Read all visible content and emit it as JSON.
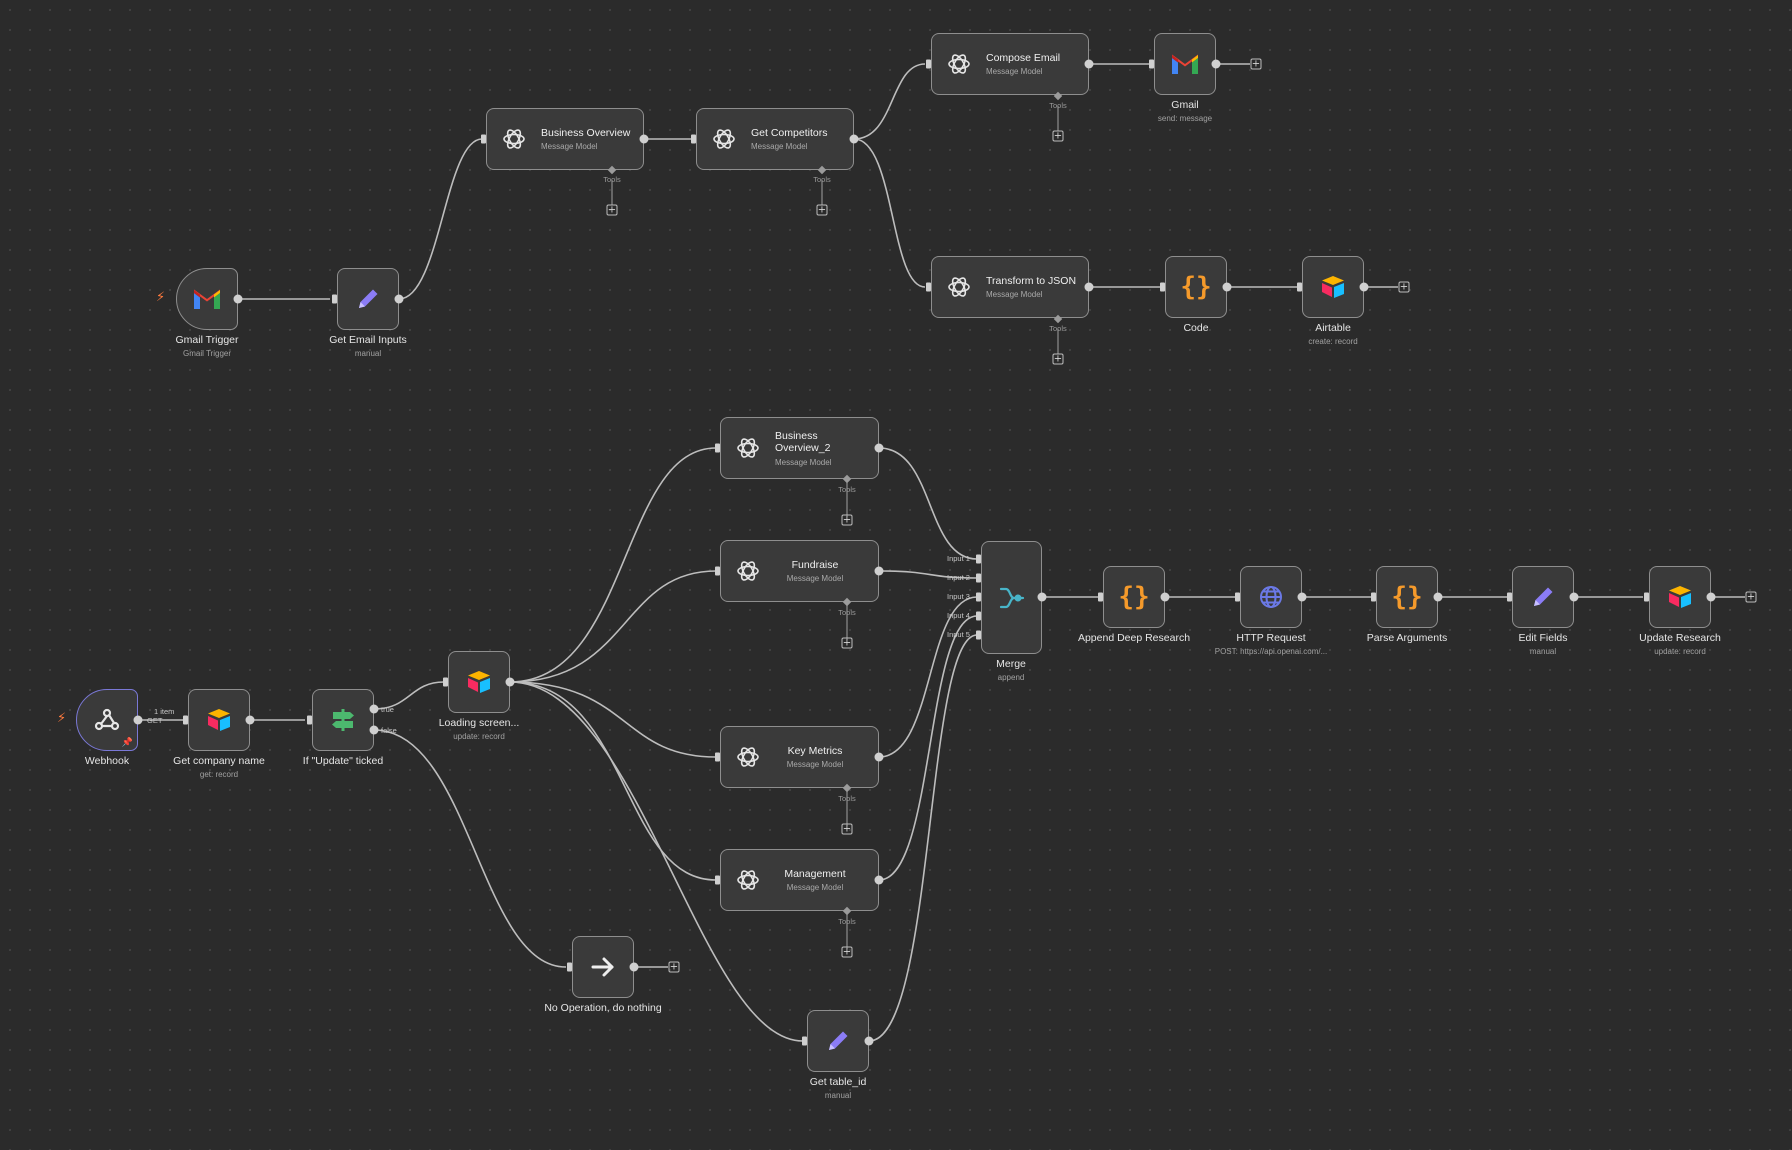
{
  "canvas": {
    "background": "#2b2b2b",
    "grid_dot_color": "#414141"
  },
  "colors": {
    "node_fill": "#3a3a3a",
    "node_border": "#8e8e8e",
    "edge": "#bdbdbd",
    "trigger_bolt": "#ff7a3d",
    "code_orange": "#f59a2b",
    "edit_purple": "#8b7cf6",
    "merge_cyan": "#48b5c9",
    "if_green": "#4cb86e",
    "http_blue": "#6b79e6"
  },
  "nodes": {
    "gmail_trigger": {
      "title": "Gmail Trigger",
      "sub": "Gmail Trigger",
      "icon": "gmail-icon"
    },
    "get_email_inputs": {
      "title": "Get Email Inputs",
      "sub": "manual",
      "icon": "pencil-icon"
    },
    "business_overview": {
      "title": "Business Overview",
      "sub": "Message Model",
      "icon": "openai-icon"
    },
    "get_competitors": {
      "title": "Get Competitors",
      "sub": "Message Model",
      "icon": "openai-icon"
    },
    "compose_email": {
      "title": "Compose Email",
      "sub": "Message Model",
      "icon": "openai-icon"
    },
    "gmail": {
      "title": "Gmail",
      "sub": "send: message",
      "icon": "gmail-icon"
    },
    "transform_json": {
      "title": "Transform to JSON",
      "sub": "Message Model",
      "icon": "openai-icon"
    },
    "code": {
      "title": "Code",
      "sub": "",
      "icon": "code-braces-icon"
    },
    "airtable": {
      "title": "Airtable",
      "sub": "create: record",
      "icon": "airtable-icon"
    },
    "webhook": {
      "title": "Webhook",
      "sub": "",
      "icon": "webhook-icon"
    },
    "get_company_name": {
      "title": "Get company name",
      "sub": "get: record",
      "icon": "airtable-icon"
    },
    "if_update": {
      "title": "If \"Update\" ticked",
      "sub": "",
      "icon": "signpost-icon"
    },
    "loading_screen": {
      "title": "Loading screen...",
      "sub": "update: record",
      "icon": "airtable-icon"
    },
    "bo2": {
      "title": "Business Overview_2",
      "sub": "Message Model",
      "icon": "openai-icon"
    },
    "fundraise": {
      "title": "Fundraise",
      "sub": "Message Model",
      "icon": "openai-icon"
    },
    "key_metrics": {
      "title": "Key Metrics",
      "sub": "Message Model",
      "icon": "openai-icon"
    },
    "management": {
      "title": "Management",
      "sub": "Message Model",
      "icon": "openai-icon"
    },
    "noop": {
      "title": "No Operation, do nothing",
      "sub": "",
      "icon": "arrow-right-icon"
    },
    "get_table_id": {
      "title": "Get table_id",
      "sub": "manual",
      "icon": "pencil-icon"
    },
    "merge": {
      "title": "Merge",
      "sub": "append",
      "icon": "merge-icon",
      "inputs": [
        "Input 1",
        "Input 2",
        "Input 3",
        "Input 4",
        "Input 5"
      ]
    },
    "append_deep": {
      "title": "Append Deep Research",
      "sub": "",
      "icon": "code-braces-icon"
    },
    "http_request": {
      "title": "HTTP Request",
      "sub": "POST: https://api.openai.com/...",
      "icon": "globe-icon"
    },
    "parse_args": {
      "title": "Parse Arguments",
      "sub": "",
      "icon": "code-braces-icon"
    },
    "edit_fields": {
      "title": "Edit Fields",
      "sub": "manual",
      "icon": "pencil-icon"
    },
    "update_research": {
      "title": "Update Research",
      "sub": "update: record",
      "icon": "airtable-icon"
    }
  },
  "labels": {
    "tools": "Tools",
    "true_branch": "true",
    "false_branch": "false",
    "items_count": "1 item",
    "method": "GET",
    "add_symbol": "+"
  }
}
